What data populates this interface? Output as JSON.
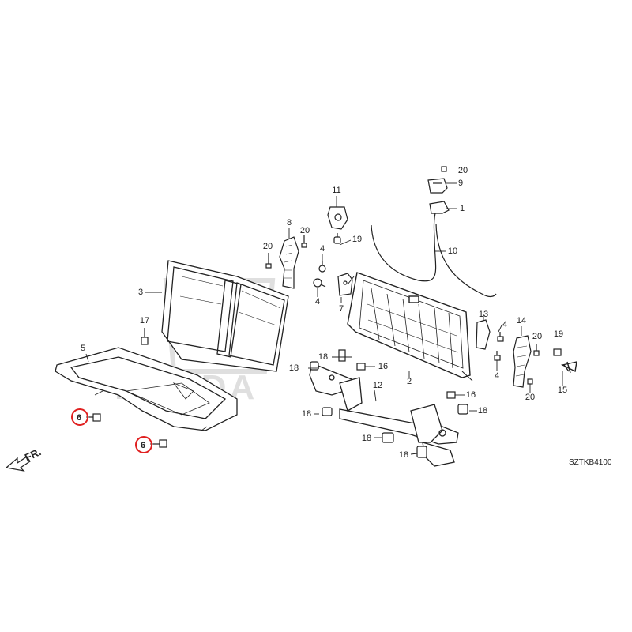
{
  "diagram": {
    "code": "SZTKB4100",
    "direction_label": "FR.",
    "watermark": "HONDA",
    "highlight_color": "#e02020",
    "line_color": "#222222",
    "part_numbers": {
      "p1": "1",
      "p2": "2",
      "p3": "3",
      "p4a": "4",
      "p4b": "4",
      "p4c": "4",
      "p4d": "4",
      "p5": "5",
      "p6a": "6",
      "p6b": "6",
      "p7": "7",
      "p8": "8",
      "p9": "9",
      "p10": "10",
      "p11": "11",
      "p12": "12",
      "p13": "13",
      "p14": "14",
      "p15": "15",
      "p16a": "16",
      "p16b": "16",
      "p17": "17",
      "p18a": "18",
      "p18b": "18",
      "p18c": "18",
      "p18d": "18",
      "p18e": "18",
      "p18f": "18",
      "p19a": "19",
      "p19b": "19",
      "p20a": "20",
      "p20b": "20",
      "p20c": "20",
      "p20d": "20",
      "p20e": "20"
    }
  }
}
